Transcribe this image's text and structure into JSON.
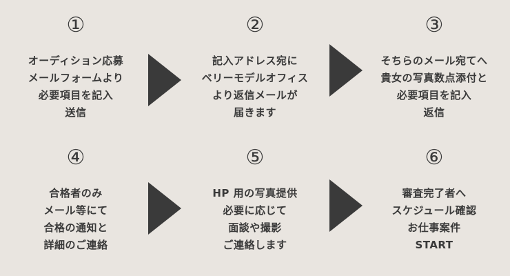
{
  "steps": [
    {
      "number": "①",
      "lines": [
        "オーディション応募",
        "メールフォームより",
        "必要項目を記入",
        "送信"
      ]
    },
    {
      "number": "②",
      "lines": [
        "記入アドレス宛に",
        "ベリーモデルオフィス",
        "より返信メールが",
        "届きます"
      ]
    },
    {
      "number": "③",
      "lines": [
        "そちらのメール宛てへ",
        "貴女の写真数点添付と",
        "必要項目を記入",
        "返信"
      ]
    },
    {
      "number": "④",
      "lines": [
        "合格者のみ",
        "メール等にて",
        "合格の通知と",
        "詳細のご連絡"
      ]
    },
    {
      "number": "⑤",
      "lines": [
        "HP 用の写真提供",
        "必要に応じて",
        "面談や撮影",
        "ご連絡します"
      ]
    },
    {
      "number": "⑥",
      "lines": [
        "審査完了者へ",
        "スケジュール確認",
        "お仕事案件",
        "START"
      ]
    }
  ]
}
